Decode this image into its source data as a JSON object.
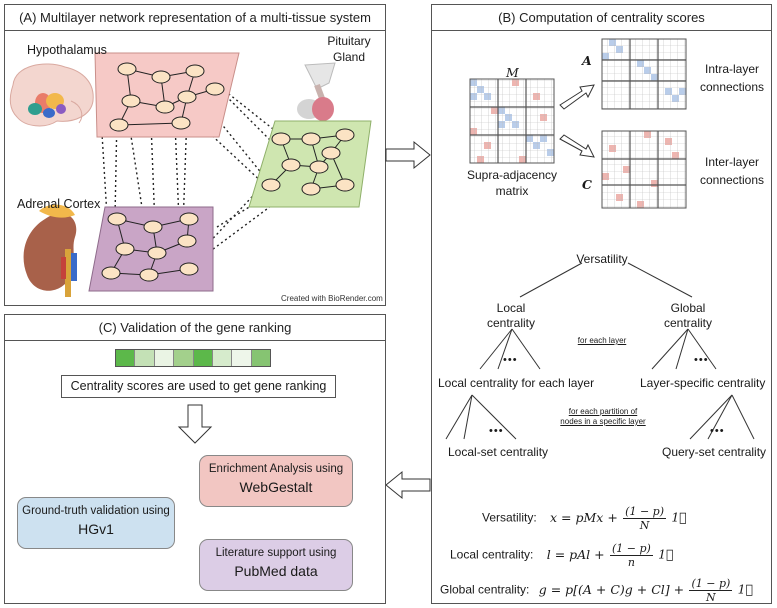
{
  "panel_a": {
    "title": "(A) Multilayer network representation of a multi-tissue system",
    "tissues": {
      "hypothalamus": "Hypothalamus",
      "pituitary_line1": "Pituitary",
      "pituitary_line2": "Gland",
      "adrenal": "Adrenal Cortex"
    },
    "credit": "Created with BioRender.com",
    "colors": {
      "pink_layer": "#f6c9c6",
      "green_layer": "#cfe6b0",
      "purple_layer": "#c9a5c6",
      "node": "#fbe3c4"
    }
  },
  "panel_b": {
    "title": "(B) Computation of centrality scores",
    "matrix_m": "M",
    "matrix_a": "A",
    "matrix_c": "C",
    "supra_line1": "Supra-adjacency",
    "supra_line2": "matrix",
    "intra_line1": "Intra-layer",
    "intra_line2": "connections",
    "inter_line1": "Inter-layer",
    "inter_line2": "connections",
    "tree": {
      "root": "Versatility",
      "local_line1": "Local",
      "local_line2": "centrality",
      "global_line1": "Global",
      "global_line2": "centrality",
      "for_each_layer": "for each layer",
      "local_each": "Local centrality for each layer",
      "layer_specific": "Layer-specific centrality",
      "partition_line1": "for each partition of",
      "partition_line2": "nodes in a specific layer",
      "local_set": "Local-set centrality",
      "query_set": "Query-set centrality",
      "dots": "•••"
    },
    "formulas": {
      "versatility_label": "Versatility:",
      "local_label": "Local centrality:",
      "global_label": "Global centrality:"
    }
  },
  "panel_c": {
    "title": "(C) Validation of the gene ranking",
    "ranking_text": "Centrality scores are used to get gene ranking",
    "bar_colors": [
      "#5cb84a",
      "#c4e1b6",
      "#eaf4e4",
      "#a3d08c",
      "#5cb84a",
      "#d6ebcc",
      "#eef6ea",
      "#86c472"
    ],
    "enrichment_line1": "Enrichment Analysis using",
    "enrichment_line2": "WebGestalt",
    "ground_line1": "Ground-truth validation using",
    "ground_line2": "HGv1",
    "literature_line1": "Literature support using",
    "literature_line2": "PubMed data",
    "colors": {
      "enrichment": "#f2c6c2",
      "ground": "#cde1f0",
      "literature": "#dccde6"
    }
  }
}
